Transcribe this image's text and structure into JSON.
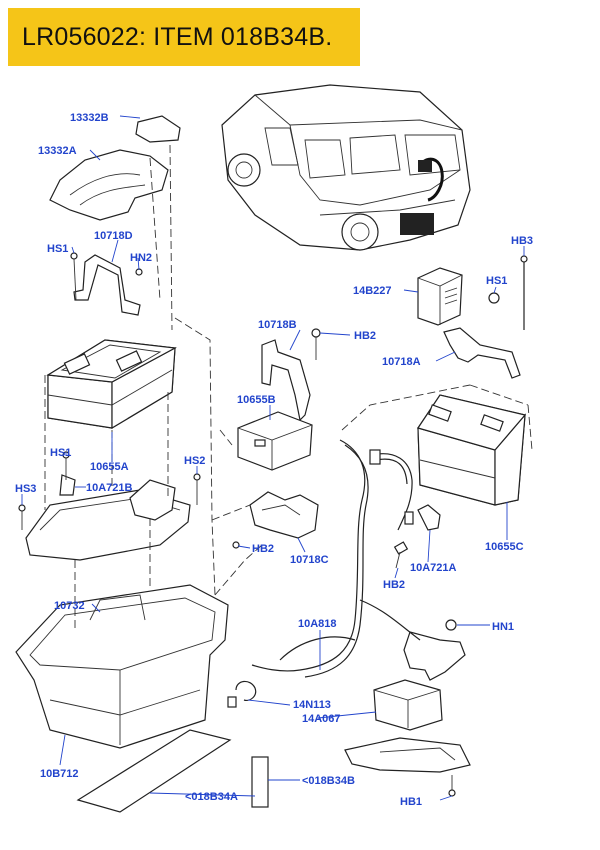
{
  "header": {
    "title": "LR056022: ITEM 018B34B."
  },
  "colors": {
    "banner": "#f5c518",
    "label": "#2244cc",
    "line": "#222222"
  },
  "labels": {
    "l_13332B": "13332B",
    "l_13332A": "13332A",
    "l_HS1_a": "HS1",
    "l_10718D": "10718D",
    "l_HN2": "HN2",
    "l_10655A": "10655A",
    "l_HS1_b": "HS1",
    "l_HS2": "HS2",
    "l_HS3": "HS3",
    "l_10A721B": "10A721B",
    "l_10732": "10732",
    "l_10B712": "10B712",
    "l_018B34A": "<018B34A",
    "l_018B34B": "<018B34B",
    "l_10718B": "10718B",
    "l_HB2_a": "HB2",
    "l_10655B": "10655B",
    "l_HB2_b": "HB2",
    "l_10718C": "10718C",
    "l_10A818": "10A818",
    "l_14N113": "14N113",
    "l_14A067": "14A067",
    "l_HB1": "HB1",
    "l_HN1": "HN1",
    "l_HB3": "HB3",
    "l_14B227": "14B227",
    "l_HS1_c": "HS1",
    "l_10718A": "10718A",
    "l_10655C": "10655C",
    "l_10A721A": "10A721A",
    "l_HB2_c": "HB2"
  }
}
